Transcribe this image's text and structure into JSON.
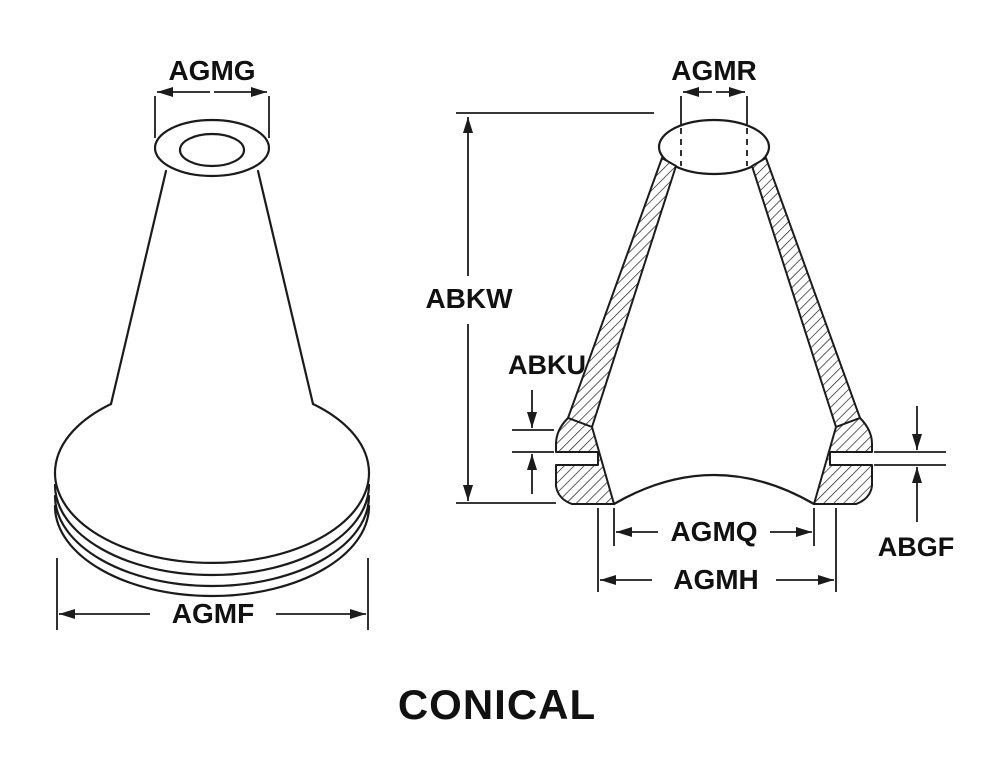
{
  "diagram": {
    "title": "CONICAL",
    "left_view": {
      "dims": {
        "top_width": "AGMG",
        "base_width": "AGMF"
      }
    },
    "right_view": {
      "dims": {
        "top_width": "AGMR",
        "overall_height": "ABKW",
        "flange_step": "ABKU",
        "inner_base_width": "AGMQ",
        "outer_base_width": "AGMH",
        "groove_thickness": "ABGF"
      }
    },
    "colors": {
      "line": "#1b1b1b",
      "background": "#ffffff"
    }
  }
}
